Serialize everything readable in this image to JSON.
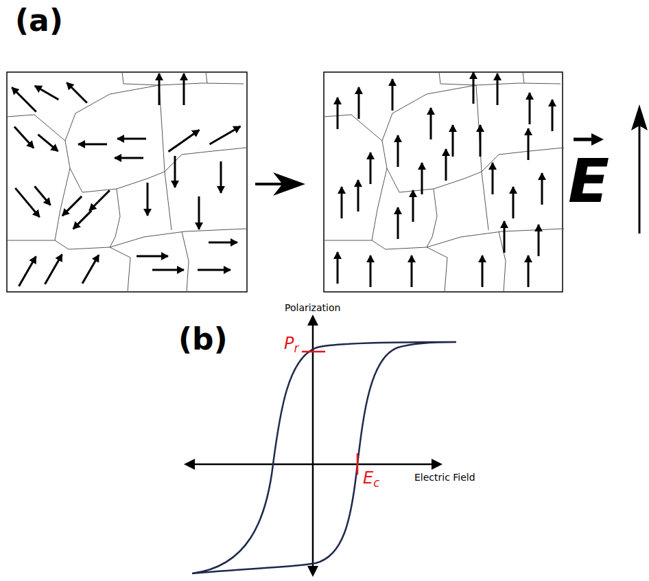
{
  "diagram": {
    "labels": [
      "(a)",
      "(b)",
      "E",
      "Polarization",
      "Electric Field",
      "Pr",
      "Ec"
    ]
  }
}
